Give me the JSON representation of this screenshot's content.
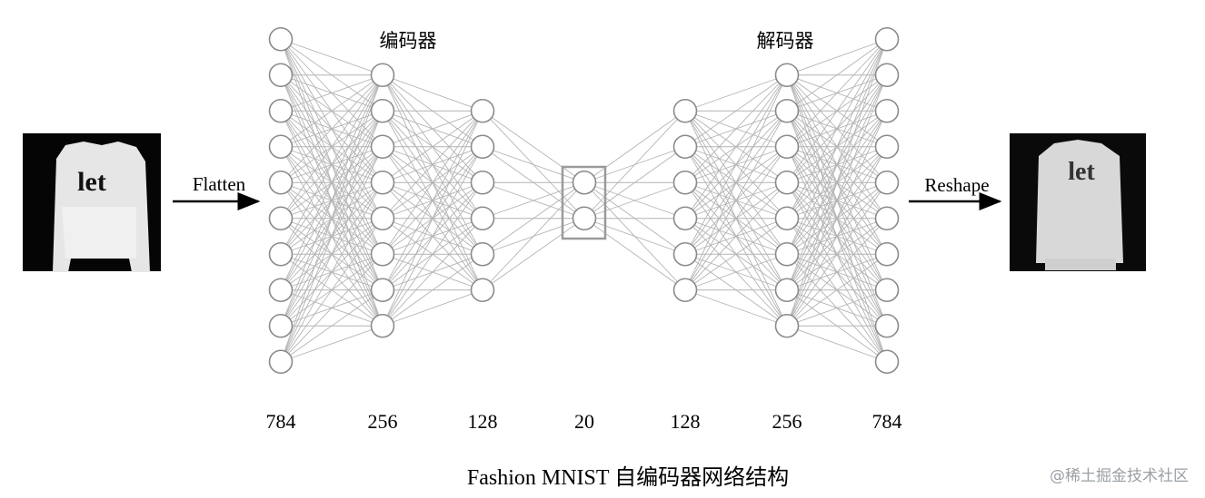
{
  "diagram": {
    "encoder_label": "编码器",
    "decoder_label": "解码器",
    "flatten_label": "Flatten",
    "reshape_label": "Reshape",
    "caption": "Fashion MNIST 自编码器网络结构",
    "layers": [
      {
        "size_label": "784",
        "nodes": 10
      },
      {
        "size_label": "256",
        "nodes": 8
      },
      {
        "size_label": "128",
        "nodes": 6
      },
      {
        "size_label": "20",
        "nodes": 2
      },
      {
        "size_label": "128",
        "nodes": 6
      },
      {
        "size_label": "256",
        "nodes": 8
      },
      {
        "size_label": "784",
        "nodes": 10
      }
    ],
    "input_image_text": "let",
    "output_image_text": "let"
  },
  "watermark": "@稀土掘金技术社区",
  "colors": {
    "edge": "#b4b4b4",
    "node_stroke": "#8a8a8a",
    "box_stroke": "#9a9a9a",
    "image_bg": "#050505",
    "shirt": "#e6e6e6"
  }
}
